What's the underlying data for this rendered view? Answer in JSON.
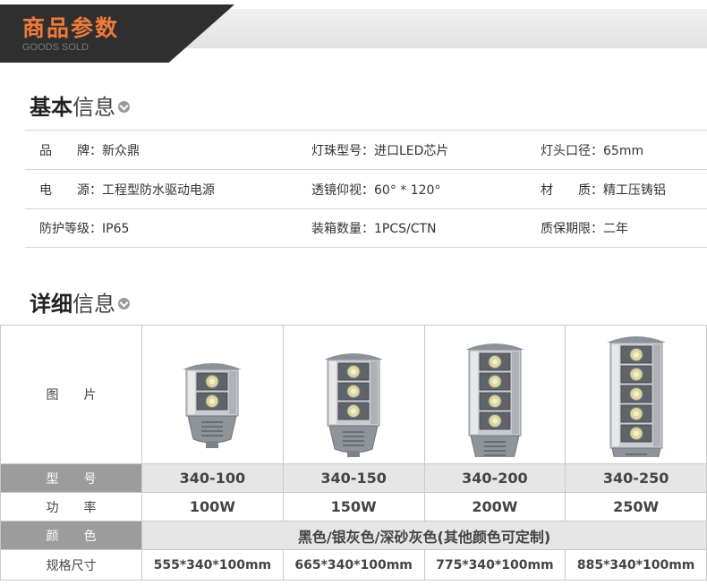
{
  "banner": {
    "title": "商品参数",
    "subtitle": "GOODS SOLD"
  },
  "basic": {
    "heading_bold": "基本",
    "heading_thin": "信息",
    "rows": [
      [
        "品　　牌：新众鼎",
        "灯珠型号：进口LED芯片",
        "灯头口径：65mm"
      ],
      [
        "电　　源：工程型防水驱动电源",
        "透镜仰视：60° * 120°",
        "材　　质：精工压铸铝"
      ],
      [
        "防护等级：IP65",
        "装箱数量：1PCS/CTN",
        "质保期限：二年"
      ]
    ]
  },
  "detail": {
    "heading_bold": "详细",
    "heading_thin": "信息",
    "image_label": "图　　片",
    "model_label": "型　　号",
    "power_label": "功　　率",
    "color_label": "颜　　色",
    "size_label": "规格尺寸",
    "models": [
      "340-100",
      "340-150",
      "340-200",
      "340-250"
    ],
    "powers": [
      "100W",
      "150W",
      "200W",
      "250W"
    ],
    "color_value": "黑色/银灰色/深砂灰色(其他颜色可定制)",
    "sizes": [
      "555*340*100mm",
      "665*340*100mm",
      "775*340*100mm",
      "885*340*100mm"
    ],
    "lamp_modules": [
      2,
      3,
      4,
      5
    ]
  }
}
